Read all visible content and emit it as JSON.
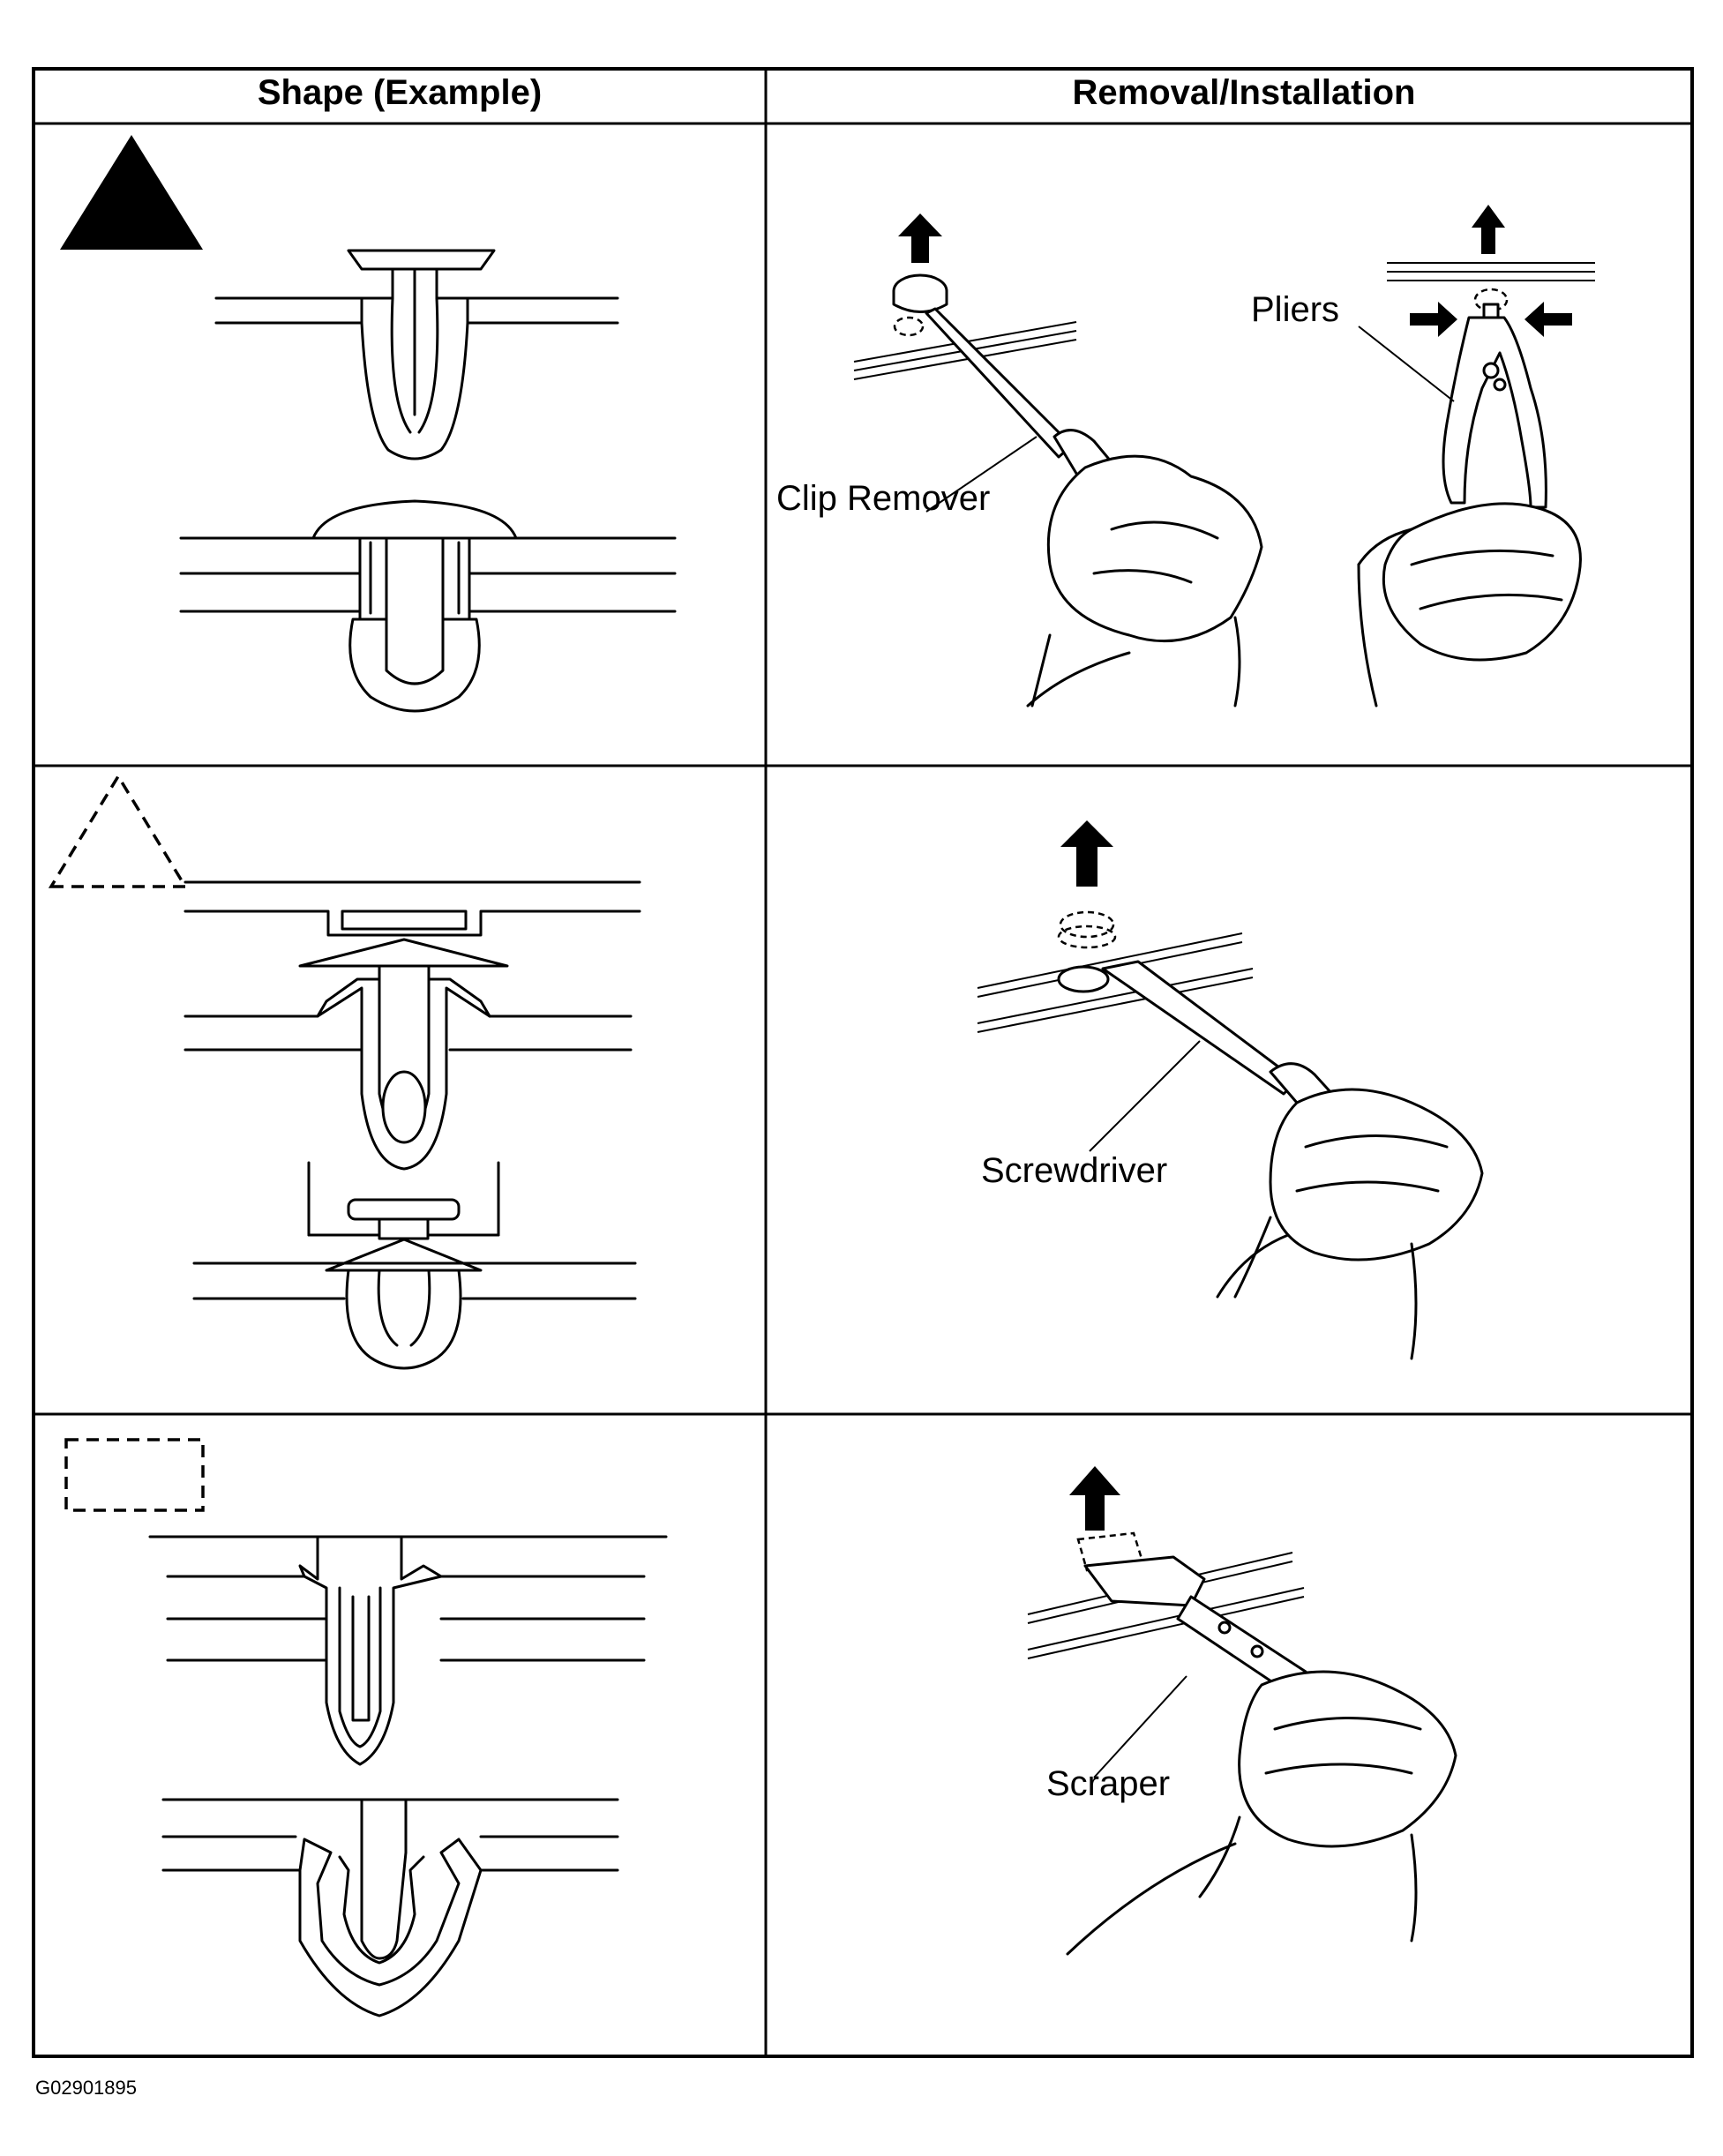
{
  "table": {
    "header_shape": "Shape (Example)",
    "header_removal": "Removal/Installation"
  },
  "rows": [
    {
      "marker": "filled-triangle-icon",
      "tools": [
        "Clip Remover",
        "Pliers"
      ]
    },
    {
      "marker": "dashed-triangle-icon",
      "tools": [
        "Screwdriver"
      ]
    },
    {
      "marker": "dashed-rectangle-icon",
      "tools": [
        "Scraper"
      ]
    }
  ],
  "figure_code": "G02901895"
}
